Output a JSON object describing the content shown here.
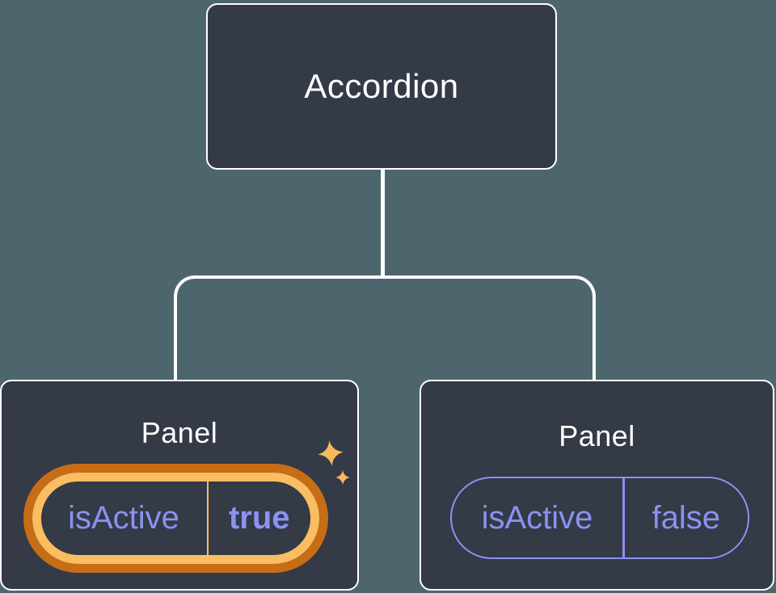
{
  "colors": {
    "background": "#4d666e",
    "node_fill": "#343a46",
    "node_border": "#ffffff",
    "connector": "#ffffff",
    "node_title": "#ffffff",
    "prop_text": "#8a92f2",
    "pill_outline": "#8a92f2",
    "highlight_ring_outer": "#c66d15",
    "highlight_ring_inner": "#fabd62",
    "highlight_divider": "#fabd62",
    "sparkle": "#f8b95e"
  },
  "root": {
    "label": "Accordion"
  },
  "panels": [
    {
      "title": "Panel",
      "prop_name": "isActive",
      "prop_value": "true",
      "highlighted": true
    },
    {
      "title": "Panel",
      "prop_name": "isActive",
      "prop_value": "false",
      "highlighted": false
    }
  ]
}
